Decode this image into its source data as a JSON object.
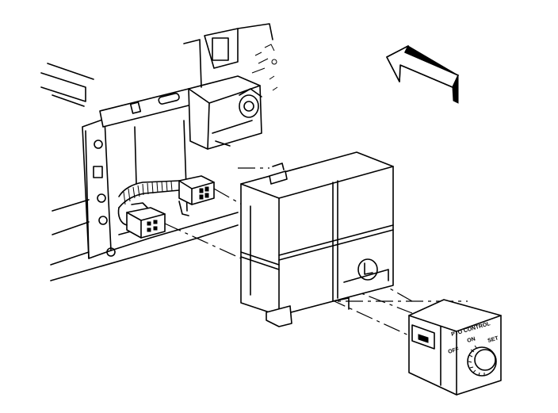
{
  "switch": {
    "title_line1": "PTO CONTROL",
    "on": "ON",
    "off": "OFF",
    "set": "SET"
  },
  "icons": {
    "direction_arrow": "arrow-up-left-icon",
    "symbol": "pto-symbol-icon"
  }
}
